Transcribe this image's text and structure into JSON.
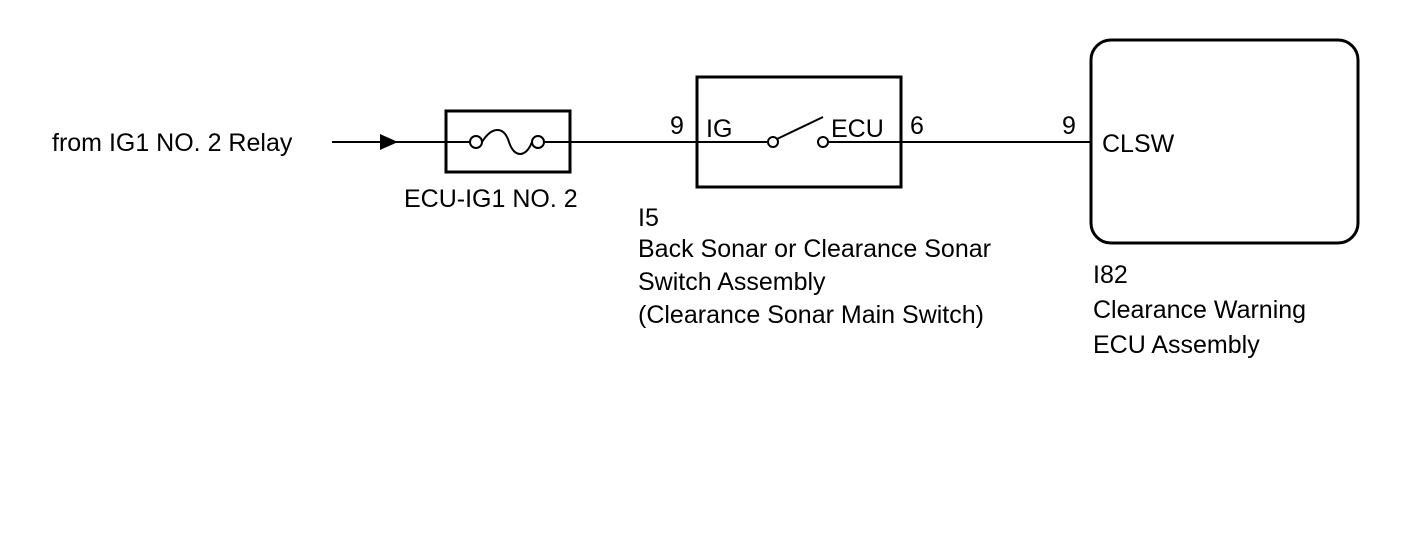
{
  "source": {
    "label": "from IG1 NO. 2 Relay"
  },
  "fuse": {
    "label": "ECU-IG1 NO. 2"
  },
  "switch_assembly": {
    "connector_code": "I5",
    "name_line1": "Back Sonar or Clearance Sonar",
    "name_line2": "Switch Assembly",
    "name_line3": "(Clearance Sonar Main Switch)",
    "pin_in": "9",
    "pin_in_label": "IG",
    "pin_out": "6",
    "pin_out_label": "ECU"
  },
  "ecu": {
    "connector_code": "I82",
    "name_line1": "Clearance Warning",
    "name_line2": "ECU Assembly",
    "pin": "9",
    "pin_label": "CLSW"
  }
}
